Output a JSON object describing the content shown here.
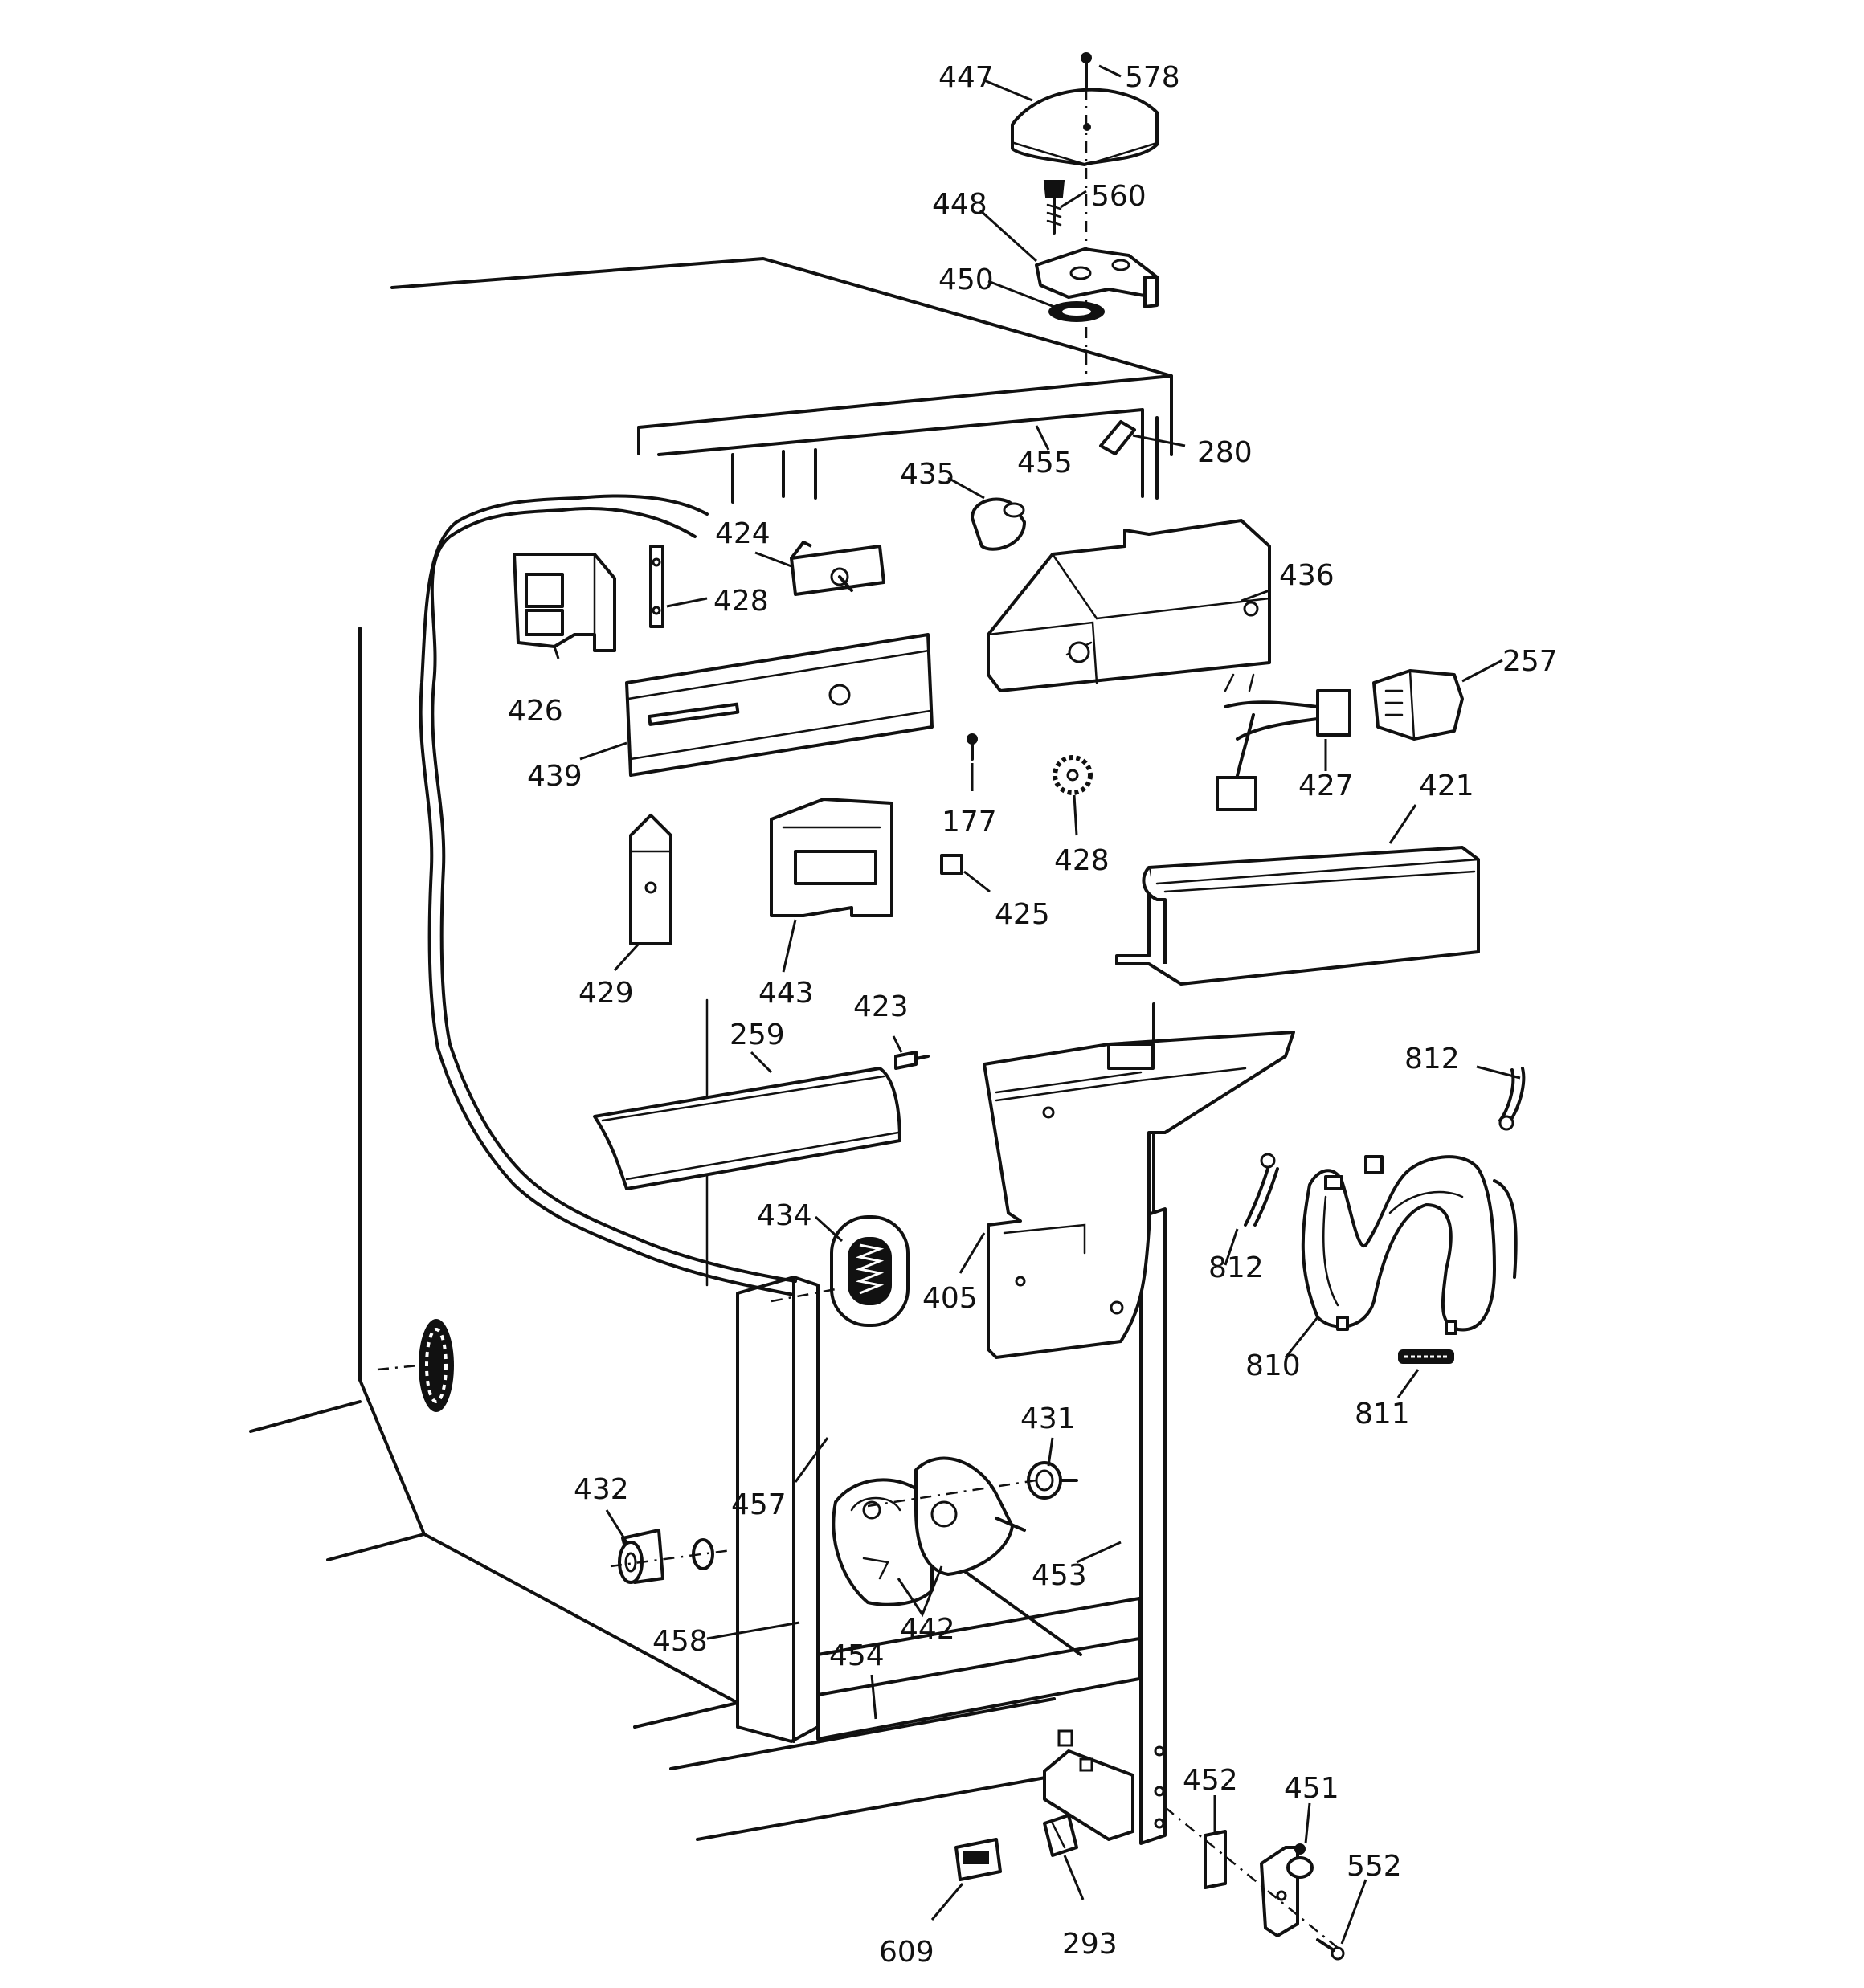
{
  "diagram": {
    "callouts": [
      {
        "id": "447",
        "text": "447"
      },
      {
        "id": "578",
        "text": "578"
      },
      {
        "id": "448",
        "text": "448"
      },
      {
        "id": "560",
        "text": "560"
      },
      {
        "id": "450",
        "text": "450"
      },
      {
        "id": "455",
        "text": "455"
      },
      {
        "id": "280",
        "text": "280"
      },
      {
        "id": "435",
        "text": "435"
      },
      {
        "id": "424",
        "text": "424"
      },
      {
        "id": "428a",
        "text": "428"
      },
      {
        "id": "436",
        "text": "436"
      },
      {
        "id": "426",
        "text": "426"
      },
      {
        "id": "257",
        "text": "257"
      },
      {
        "id": "439",
        "text": "439"
      },
      {
        "id": "177",
        "text": "177"
      },
      {
        "id": "427",
        "text": "427"
      },
      {
        "id": "421",
        "text": "421"
      },
      {
        "id": "428b",
        "text": "428"
      },
      {
        "id": "425",
        "text": "425"
      },
      {
        "id": "429",
        "text": "429"
      },
      {
        "id": "443",
        "text": "443"
      },
      {
        "id": "423",
        "text": "423"
      },
      {
        "id": "259",
        "text": "259"
      },
      {
        "id": "812a",
        "text": "812"
      },
      {
        "id": "434",
        "text": "434"
      },
      {
        "id": "405",
        "text": "405"
      },
      {
        "id": "812b",
        "text": "812"
      },
      {
        "id": "810",
        "text": "810"
      },
      {
        "id": "811",
        "text": "811"
      },
      {
        "id": "431",
        "text": "431"
      },
      {
        "id": "432",
        "text": "432"
      },
      {
        "id": "457",
        "text": "457"
      },
      {
        "id": "453",
        "text": "453"
      },
      {
        "id": "442",
        "text": "442"
      },
      {
        "id": "458",
        "text": "458"
      },
      {
        "id": "454",
        "text": "454"
      },
      {
        "id": "452",
        "text": "452"
      },
      {
        "id": "451",
        "text": "451"
      },
      {
        "id": "552",
        "text": "552"
      },
      {
        "id": "609",
        "text": "609"
      },
      {
        "id": "293",
        "text": "293"
      }
    ]
  }
}
